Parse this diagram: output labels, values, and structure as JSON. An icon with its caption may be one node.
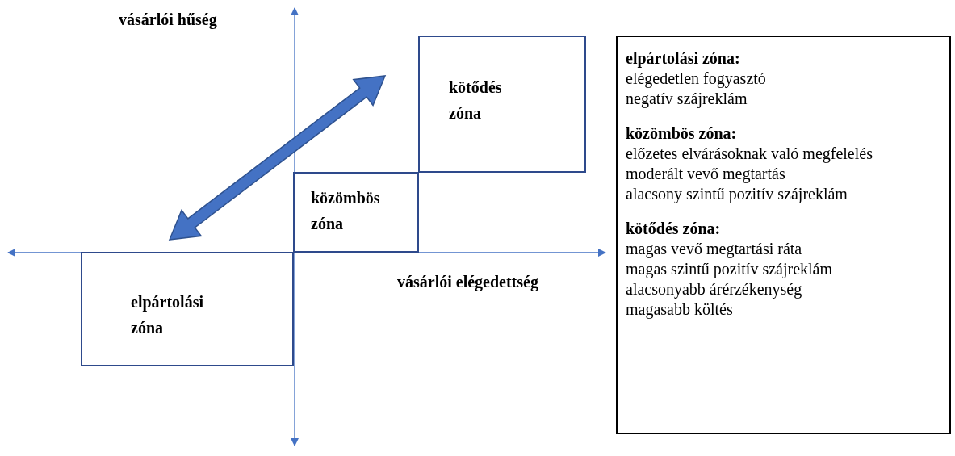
{
  "diagram": {
    "nodes": [
      {
        "text": [
          "elpártolási zóna"
        ]
      },
      {
        "text": [
          "közömbös zóna"
        ]
      },
      {
        "text": [
          "kötődés zóna"
        ]
      },
      {
        "text": [
          "elpártolási zóna:",
          "elégedetlen fogyasztó",
          "negatív szájreklám",
          "közömbös zóna:",
          "előzetes elvárásoknak való megfelelés",
          "moderált vevő megtartás",
          "alacsony szintű pozitív szájreklám",
          "kötődés zóna:",
          "magas vevő megtartási ráta",
          "magas szintű pozitív szájreklám",
          "alacsonyabb árérzékenység",
          "magasabb költés"
        ]
      }
    ],
    "labels": [
      "vásárlói hűség",
      "vásárlói elégedettség"
    ]
  }
}
